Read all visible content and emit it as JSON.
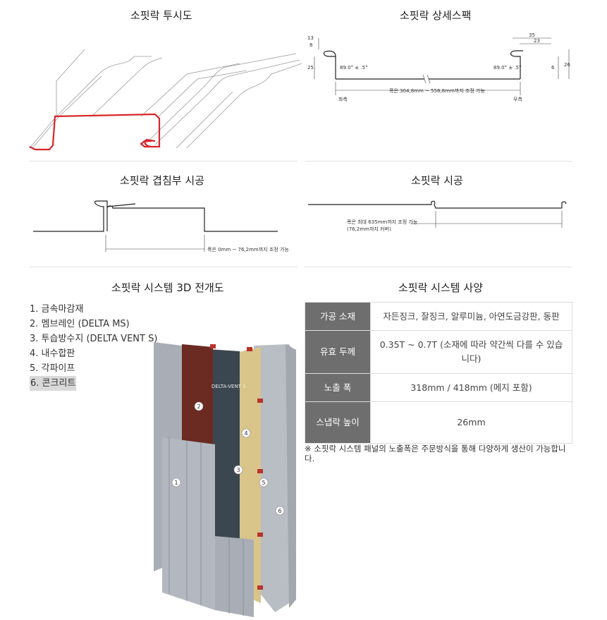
{
  "sections": {
    "perspective_title": "소핏락 투시도",
    "detail_title": "소핏락 상세스팩",
    "overlap_title": "소핏락 겹침부 시공",
    "install_title": "소핏락 시공",
    "exploded_title": "소핏락 시스템 3D 전개도",
    "spec_title": "소핏락 시스템 사양"
  },
  "detail_spec": {
    "dim_13": "13",
    "dim_8": "8",
    "dim_25": "25",
    "angle_left": "89.0° ± .5°",
    "angle_right": "89.0° ± .5°",
    "dim_35": "35",
    "dim_23": "23",
    "dim_6": "6",
    "dim_26": "26",
    "width_note": "폭은 304,8mm ~ 558,8mm까지 조정 가능",
    "left_side": "좌측",
    "right_side": "우측"
  },
  "overlap": {
    "width_note": "폭은 0mm ~ 76,2mm까지 조정 가능"
  },
  "install": {
    "note_line1": "폭은 최대 635mm까지 조정 가능",
    "note_line2": "(76,2mm까지 커버)"
  },
  "legend": {
    "items": [
      "1. 금속마감재",
      "2. 멤브레인 (DELTA MS)",
      "3. 투습방수지 (DELTA VENT S)",
      "4. 내수합판",
      "5. 각파이프",
      "6. 콘크리트"
    ]
  },
  "exploded": {
    "markers": [
      "1",
      "2",
      "3",
      "4",
      "5",
      "6"
    ],
    "membrane_text": "DELTA-VENT S"
  },
  "spec_table": {
    "rows": [
      {
        "label": "가공 소재",
        "value": "자든징크, 잘징크, 알루미늄, 아연도금강판, 동판"
      },
      {
        "label": "유효 두께",
        "value": "0.35T ~ 0.7T (소재에 따라 약간씩 다를 수 있습니다)"
      },
      {
        "label": "노출 폭",
        "value": "318mm / 418mm (메지 포함)"
      },
      {
        "label": "스냅락 높이",
        "value": "26mm"
      }
    ]
  },
  "note": "※ 소핏락 시스템 패널의 노출폭은 주문방식을 통해 다양하게 생산이 가능합니다.",
  "colors": {
    "profile_red": "#d8262a",
    "table_header": "#6e6e6e",
    "membrane": "#6b2a22",
    "vent": "#3b4650",
    "plywood": "#d9c48a",
    "concrete": "#b9bdc4",
    "metal": "#a9aeb6",
    "pipe": "#b8332a"
  }
}
